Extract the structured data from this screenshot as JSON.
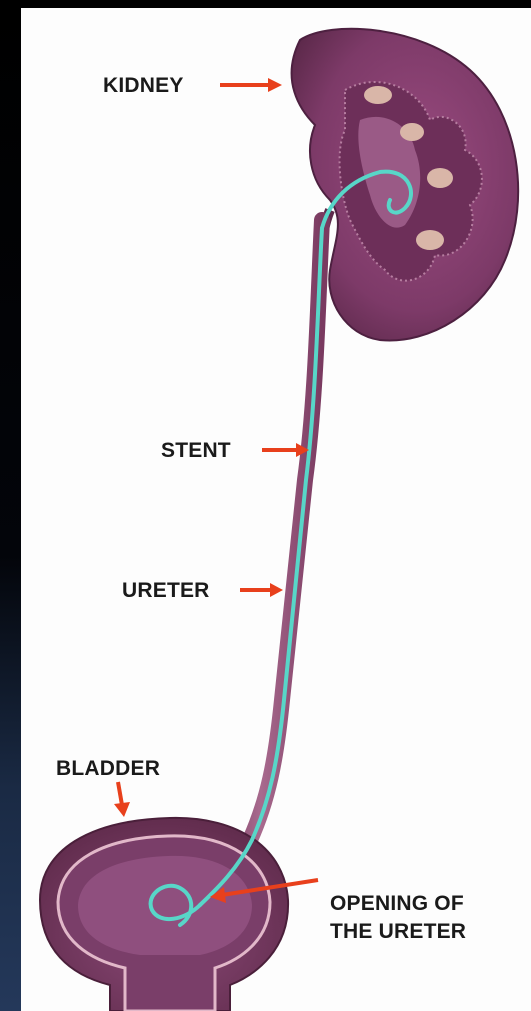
{
  "labels": {
    "kidney": "KIDNEY",
    "stent": "STENT",
    "ureter": "URETER",
    "bladder": "BLADDER",
    "opening_line1": "OPENING OF",
    "opening_line2": "THE URETER"
  },
  "colors": {
    "arrow": "#e8401c",
    "stent": "#58d6c8",
    "tissue": "#8a3f6f",
    "tissue_dark": "#5e2a4c",
    "background_panel": "#fdfdfd"
  }
}
